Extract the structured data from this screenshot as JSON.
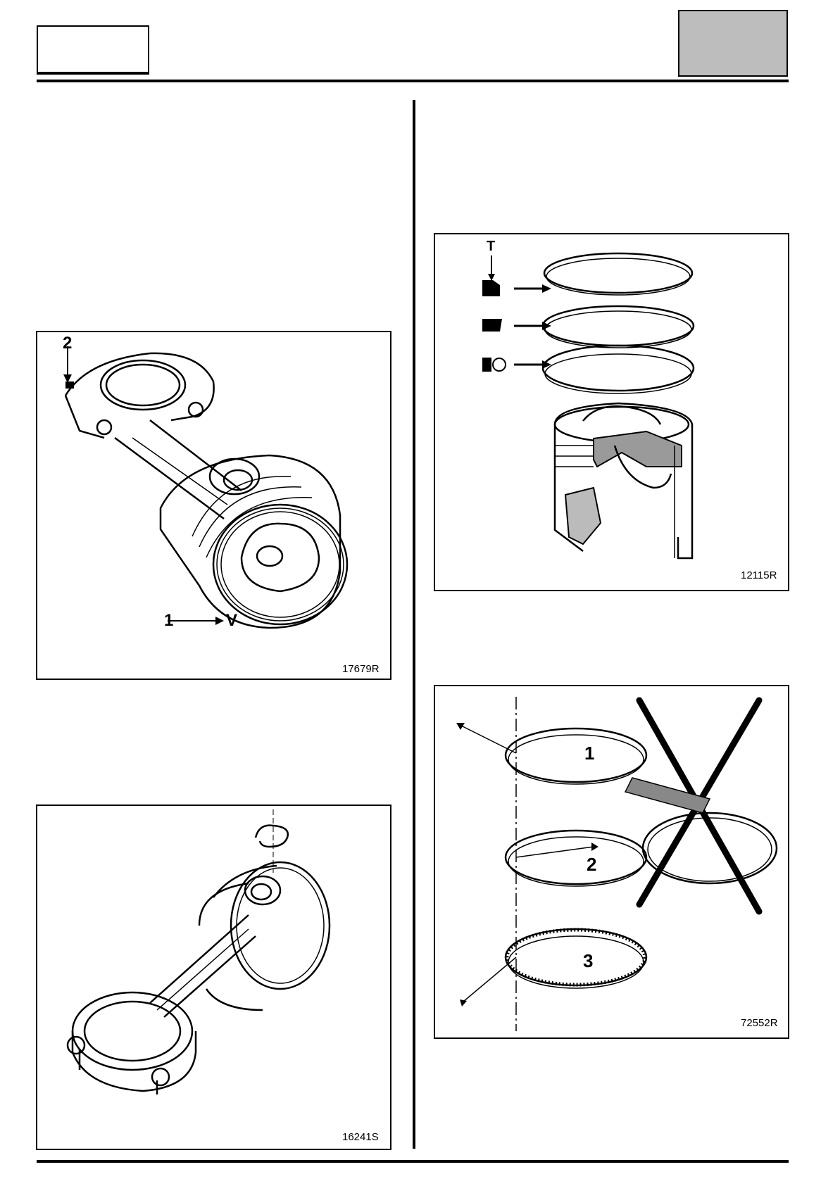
{
  "figures": {
    "fig1": {
      "code": "17679R",
      "callout_1": "1",
      "callout_2": "2",
      "mark_v": "V"
    },
    "fig2": {
      "code": "16241S"
    },
    "fig3": {
      "code": "12115R",
      "callout_t": "T"
    },
    "fig4": {
      "code": "72552R",
      "callout_1": "1",
      "callout_2": "2",
      "callout_3": "3"
    }
  }
}
